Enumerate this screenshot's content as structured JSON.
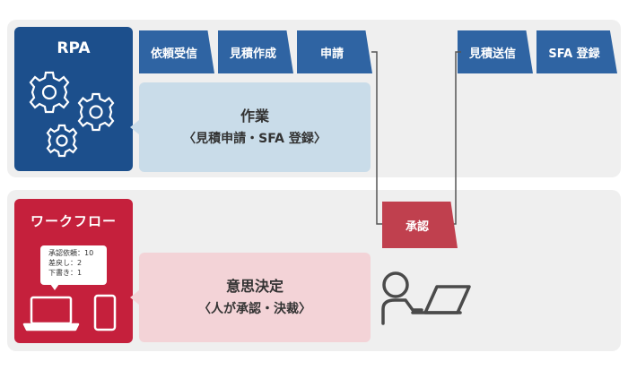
{
  "rpa": {
    "title": "RPA",
    "steps": [
      "依頼受信",
      "見積作成",
      "申請",
      "見積送信",
      "SFA 登録"
    ],
    "bubble": {
      "line1": "作業",
      "line2": "〈見積申請・SFA 登録〉"
    },
    "icon": "gears-icon"
  },
  "workflow": {
    "title": "ワークフロー",
    "notice": [
      "承認依頼：10",
      "差戻し：2",
      "下書き：1"
    ],
    "approve_label": "承認",
    "bubble": {
      "line1": "意思決定",
      "line2": "〈人が承認・決裁〉"
    },
    "icons": [
      "laptop-icon",
      "smartphone-icon",
      "person-at-laptop-icon"
    ]
  },
  "colors": {
    "rpa_navy": "#1c4f8c",
    "step_blue": "#2f64a3",
    "workflow_red": "#c5203c",
    "approve_red": "#c0404e",
    "bubble_blue": "#c9dce9",
    "bubble_pink": "#f3d3d7",
    "lane_gray": "#efefef",
    "icon_gray": "#4a4a4a"
  }
}
